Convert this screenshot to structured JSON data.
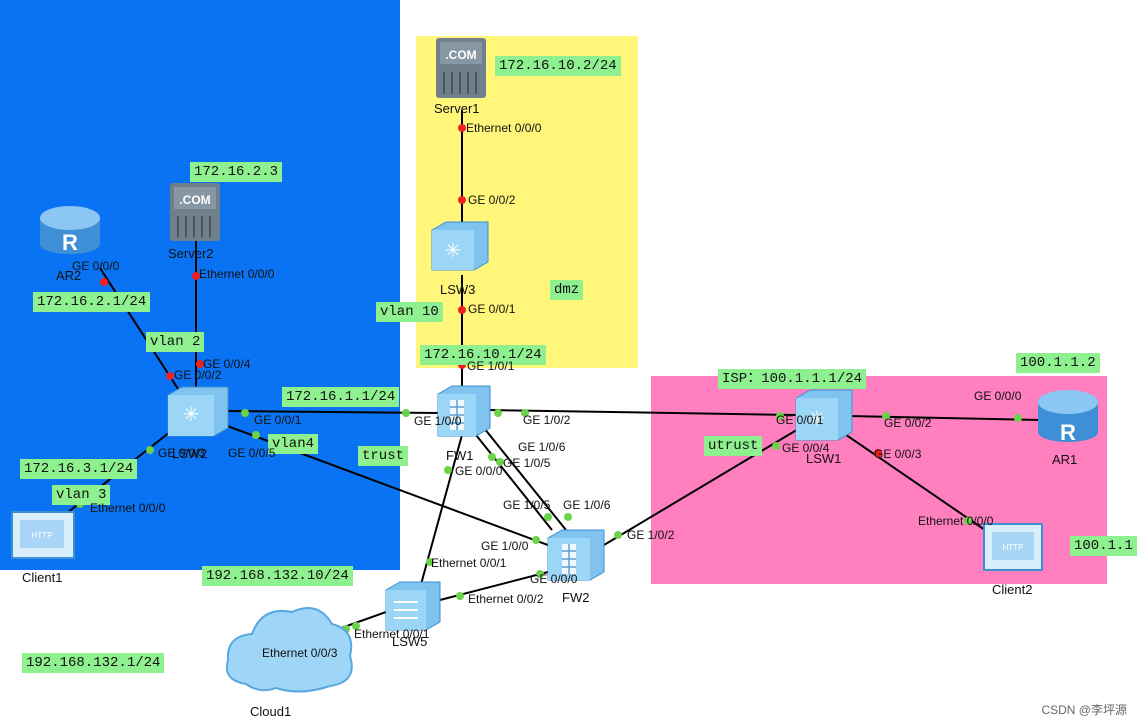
{
  "zones": {
    "dmz": "dmz",
    "trust": "trust",
    "untrust": "utrust"
  },
  "devices": {
    "server1": "Server1",
    "server2": "Server2",
    "lsw3": "LSW3",
    "fw1": "FW1",
    "fw2": "FW2",
    "lsw1": "LSW1",
    "lsw2": "LSW2",
    "lsw5": "LSW5",
    "ar1": "AR1",
    "ar2": "AR2",
    "client1": "Client1",
    "client2": "Client2",
    "cloud1": "Cloud1",
    "server_badge": ".COM",
    "client_badge": "HTTP"
  },
  "ip_labels": {
    "server1": "172.16.10.2/24",
    "server2": "172.16.2.3",
    "ar2": "172.16.2.1/24",
    "fw1_dmz": "172.16.10.1/24",
    "fw1_trust": "172.16.1.1/24",
    "client1": "172.16.3.1/24",
    "isp": "ISP：100.1.1.1/24",
    "ar1": "100.1.1.2",
    "client2": "100.1.1",
    "mgmt_fw": "192.168.132.10/24",
    "mgmt_cloud": "192.168.132.1/24"
  },
  "vlan_labels": {
    "vlan10": "vlan 10",
    "vlan2": "vlan 2",
    "vlan3": "vlan 3",
    "vlan4": "vlan4"
  },
  "ports": {
    "server1_eth": "Ethernet 0/0/0",
    "lsw3_ge2": "GE 0/0/2",
    "lsw3_ge1": "GE 0/0/1",
    "fw1_ge101": "GE 1/0/1",
    "fw1_ge100": "GE 1/0/0",
    "fw1_ge102": "GE 1/0/2",
    "fw1_ge106": "GE 1/0/6",
    "fw1_ge105": "GE 1/0/5",
    "fw1_ge000": "GE 0/0/0",
    "fw2_ge105": "GE 1/0/5",
    "fw2_ge106": "GE 1/0/6",
    "fw2_ge100": "GE 1/0/0",
    "fw2_ge102": "GE 1/0/2",
    "fw2_ge000": "GE 0/0/0",
    "lsw1_ge1": "GE 0/0/1",
    "lsw1_ge2": "GE 0/0/2",
    "lsw1_ge3": "GE 0/0/3",
    "lsw1_ge4": "GE 0/0/4",
    "ar1_ge0": "GE 0/0/0",
    "client2_eth": "Ethernet 0/0/0",
    "ar2_ge0": "GE 0/0/0",
    "server2_eth": "Ethernet 0/0/0",
    "lsw2_ge4": "GE 0/0/4",
    "lsw2_ge2": "GE 0/0/2",
    "lsw2_ge1": "GE 0/0/1",
    "lsw2_ge3": "GE 0/0/3",
    "lsw2_ge5": "GE 0/0/5",
    "client1_eth": "Ethernet 0/0/0",
    "lsw5_eth1": "Ethernet 0/0/1",
    "lsw5_eth2": "Ethernet 0/0/2",
    "lsw5_eth1b": "Ethernet 0/0/1",
    "cloud_eth3": "Ethernet 0/0/3"
  },
  "footer": "CSDN @李坪源",
  "colors": {
    "trust": "#0a73f3",
    "dmz": "#fff67a",
    "untrust": "#ff7fbf",
    "tag": "#8ff08f",
    "red_dot": "#f02020",
    "green_dot": "#6cd24a"
  }
}
